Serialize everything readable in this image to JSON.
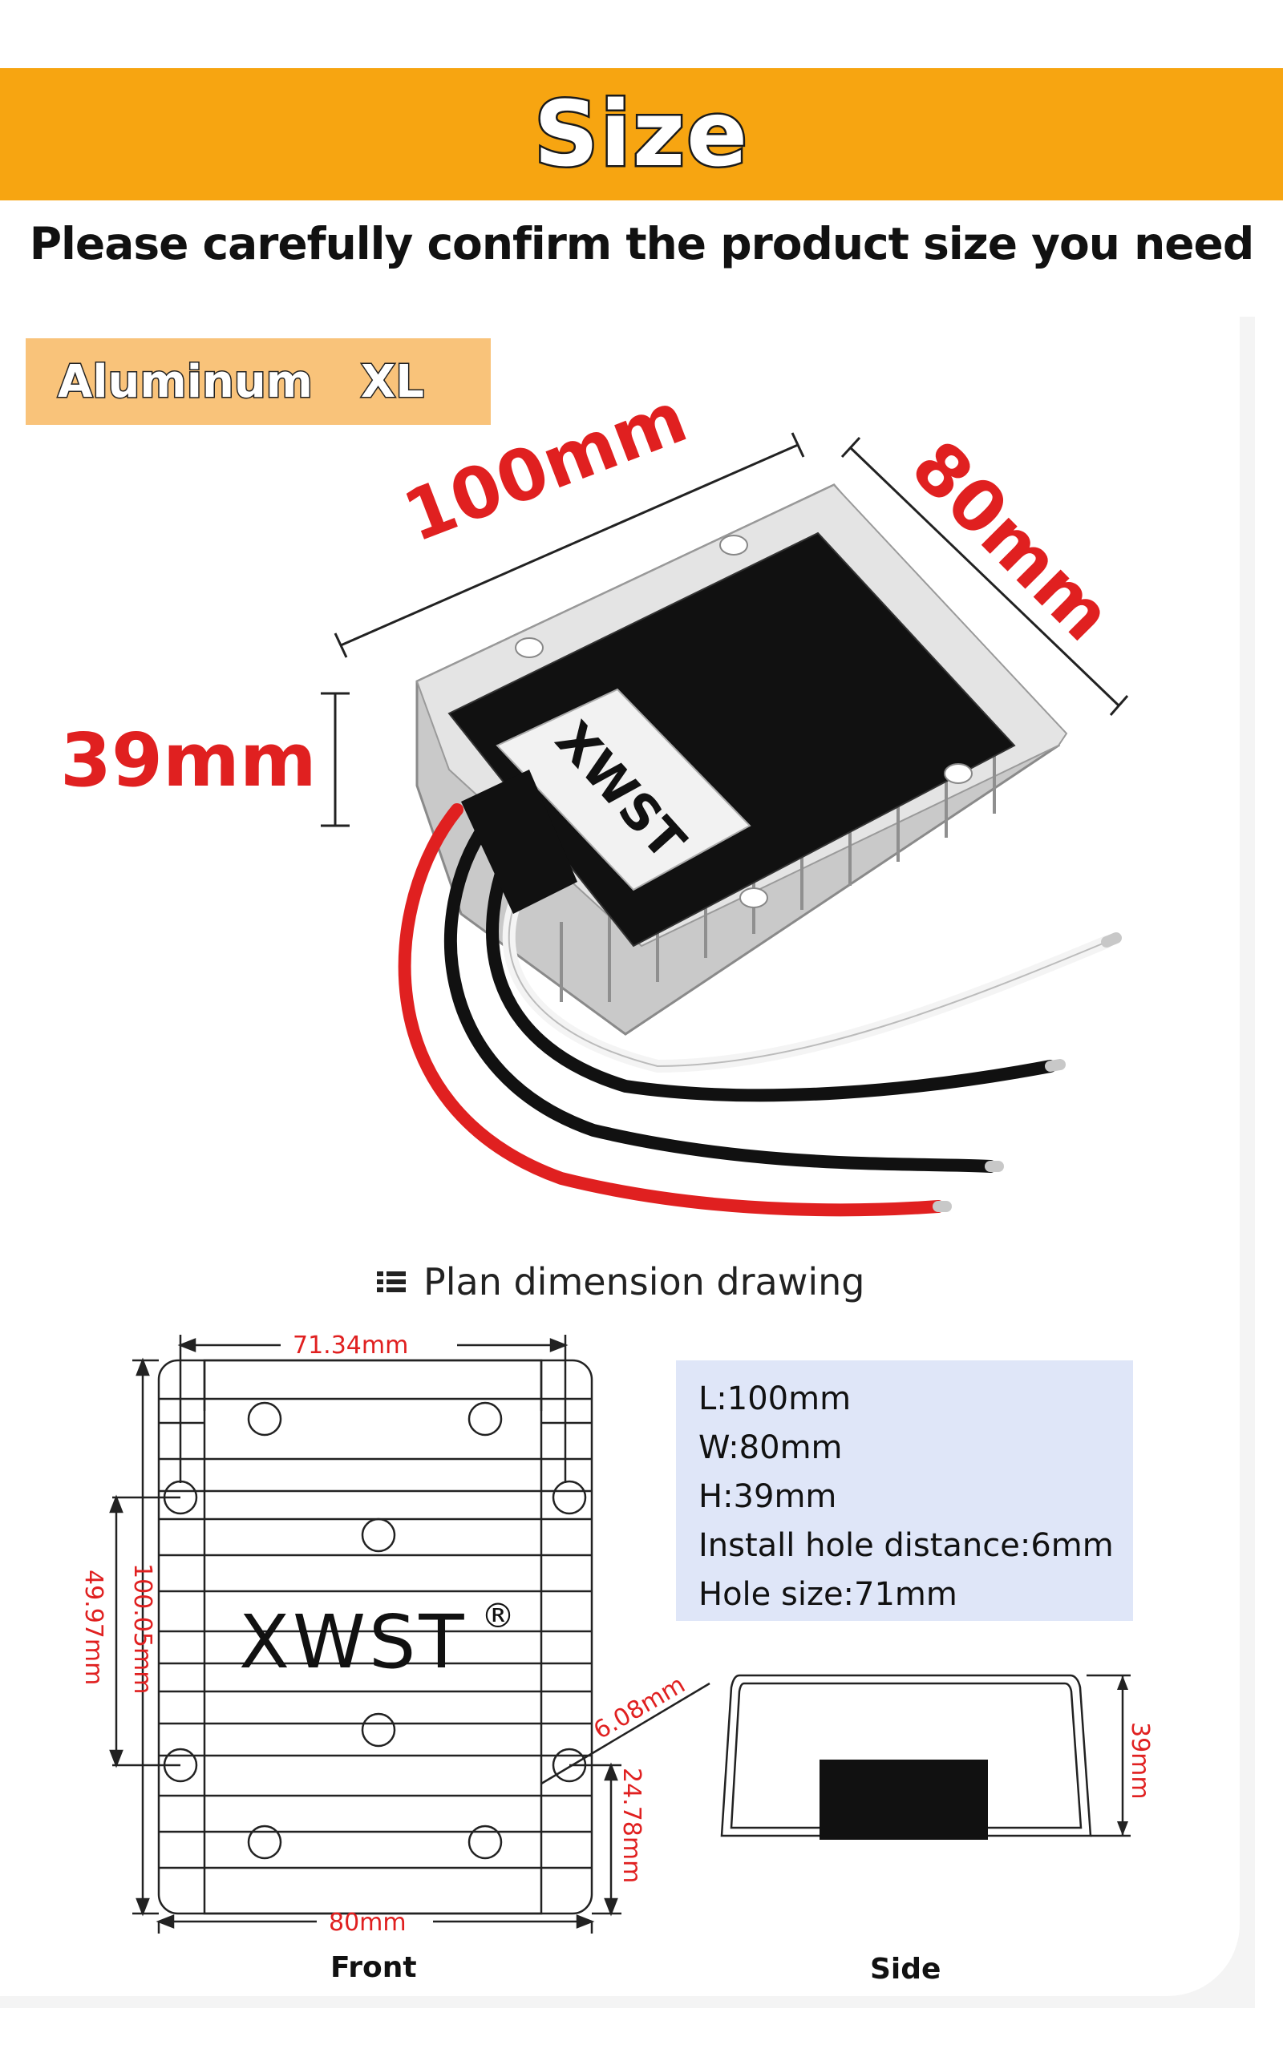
{
  "header": {
    "title": "Size",
    "subtitle": "Please carefully confirm the product size you need"
  },
  "material_tag": {
    "material": "Aluminum",
    "size": "XL"
  },
  "photo_dimensions": {
    "length": "100mm",
    "width": "80mm",
    "height": "39mm"
  },
  "product": {
    "brand": "XWST",
    "registered_mark": "®"
  },
  "plan_section": {
    "title": "Plan dimension drawing",
    "icon": "list-icon"
  },
  "specs": [
    "L:100mm",
    "W:80mm",
    "H:39mm",
    "Install hole distance:6mm",
    "Hole size:71mm"
  ],
  "front_drawing": {
    "label": "Front",
    "top_width": "71.34mm",
    "bottom_width": "80mm",
    "left_outer": "49.97mm",
    "left_inner": "100.05mm",
    "hole_diameter": "6.08mm",
    "right_bottom": "24.78mm"
  },
  "side_drawing": {
    "label": "Side",
    "height": "39mm"
  },
  "colors": {
    "banner": "#f7a511",
    "tag": "#f9c37a",
    "dimension_red": "#e02020",
    "spec_box": "#dfe6f8"
  }
}
